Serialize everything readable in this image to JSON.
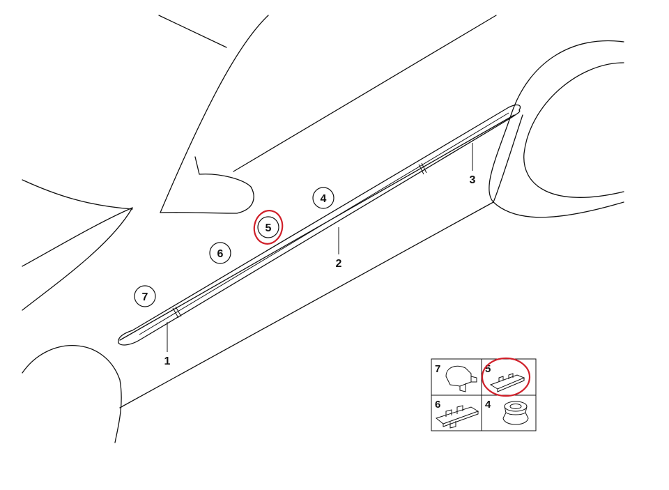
{
  "callouts": {
    "trim_front": "1",
    "trim_middle": "2",
    "trim_rear": "3",
    "part_4": "4",
    "part_5": "5",
    "part_6": "6",
    "part_7": "7"
  },
  "legend": {
    "cell_7": "7",
    "cell_5": "5",
    "cell_6": "6",
    "cell_4": "4"
  },
  "highlighted_part": "5",
  "colors": {
    "line": "#111111",
    "highlight": "#d0202a",
    "background": "#ffffff"
  }
}
